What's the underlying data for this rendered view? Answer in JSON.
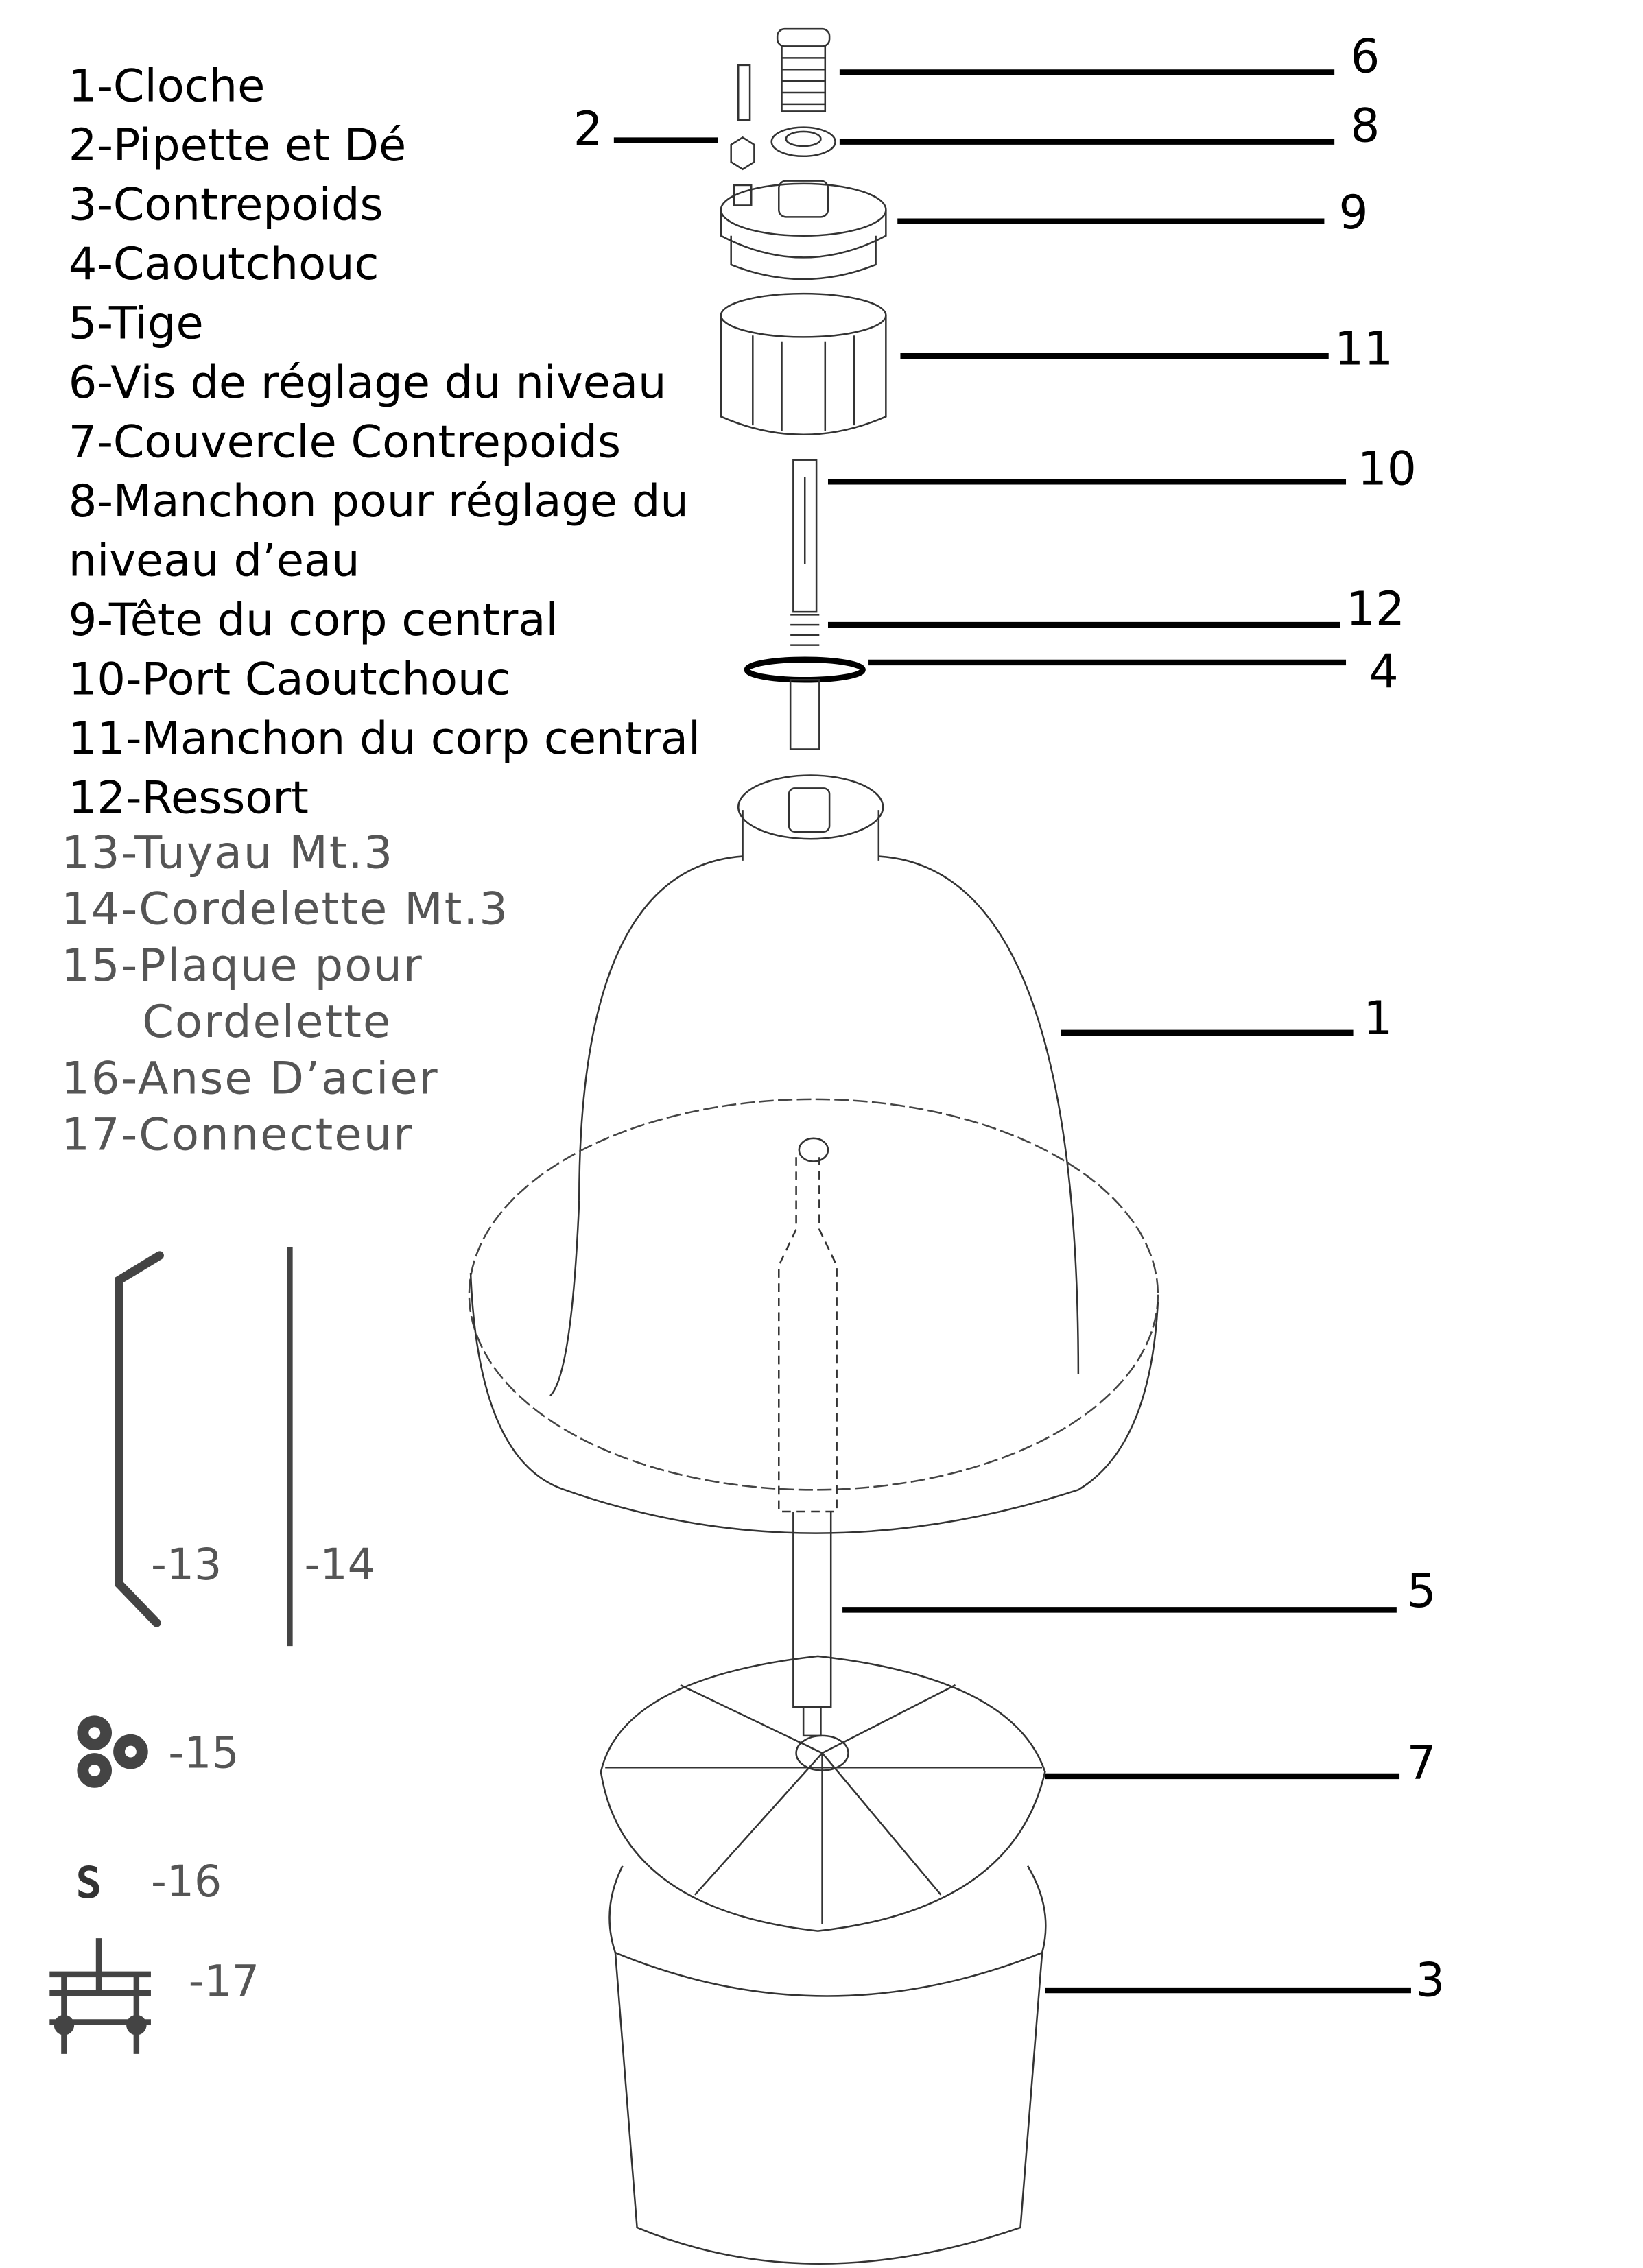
{
  "legend": [
    "1-Cloche",
    "2-Pipette et Dé",
    "3-Contrepoids",
    "4-Caoutchouc",
    "5-Tige",
    "6-Vis de réglage du niveau",
    "7-Couvercle Contrepoids",
    "8-Manchon pour réglage du",
    "niveau  d’eau",
    "9-Tête du corp central",
    "10-Port Caoutchouc",
    "11-Manchon du corp central",
    "12-Ressort"
  ],
  "legend_secondary": [
    "13-Tuyau Mt.3",
    "14-Cordelette Mt.3",
    "15-Plaque pour",
    "Cordelette",
    "16-Anse D’acier",
    "17-Connecteur"
  ],
  "callouts": {
    "c6": "6",
    "c8": "8",
    "c9": "9",
    "c11": "11",
    "c10": "10",
    "c12": "12",
    "c4": "4",
    "c2": "2",
    "c1": "1",
    "c5": "5",
    "c7": "7",
    "c3": "3"
  },
  "accessories": {
    "a13": "-13",
    "a14": "-14",
    "a15": "-15",
    "a16": "-16",
    "a17": "-17",
    "s_glyph": "S"
  }
}
